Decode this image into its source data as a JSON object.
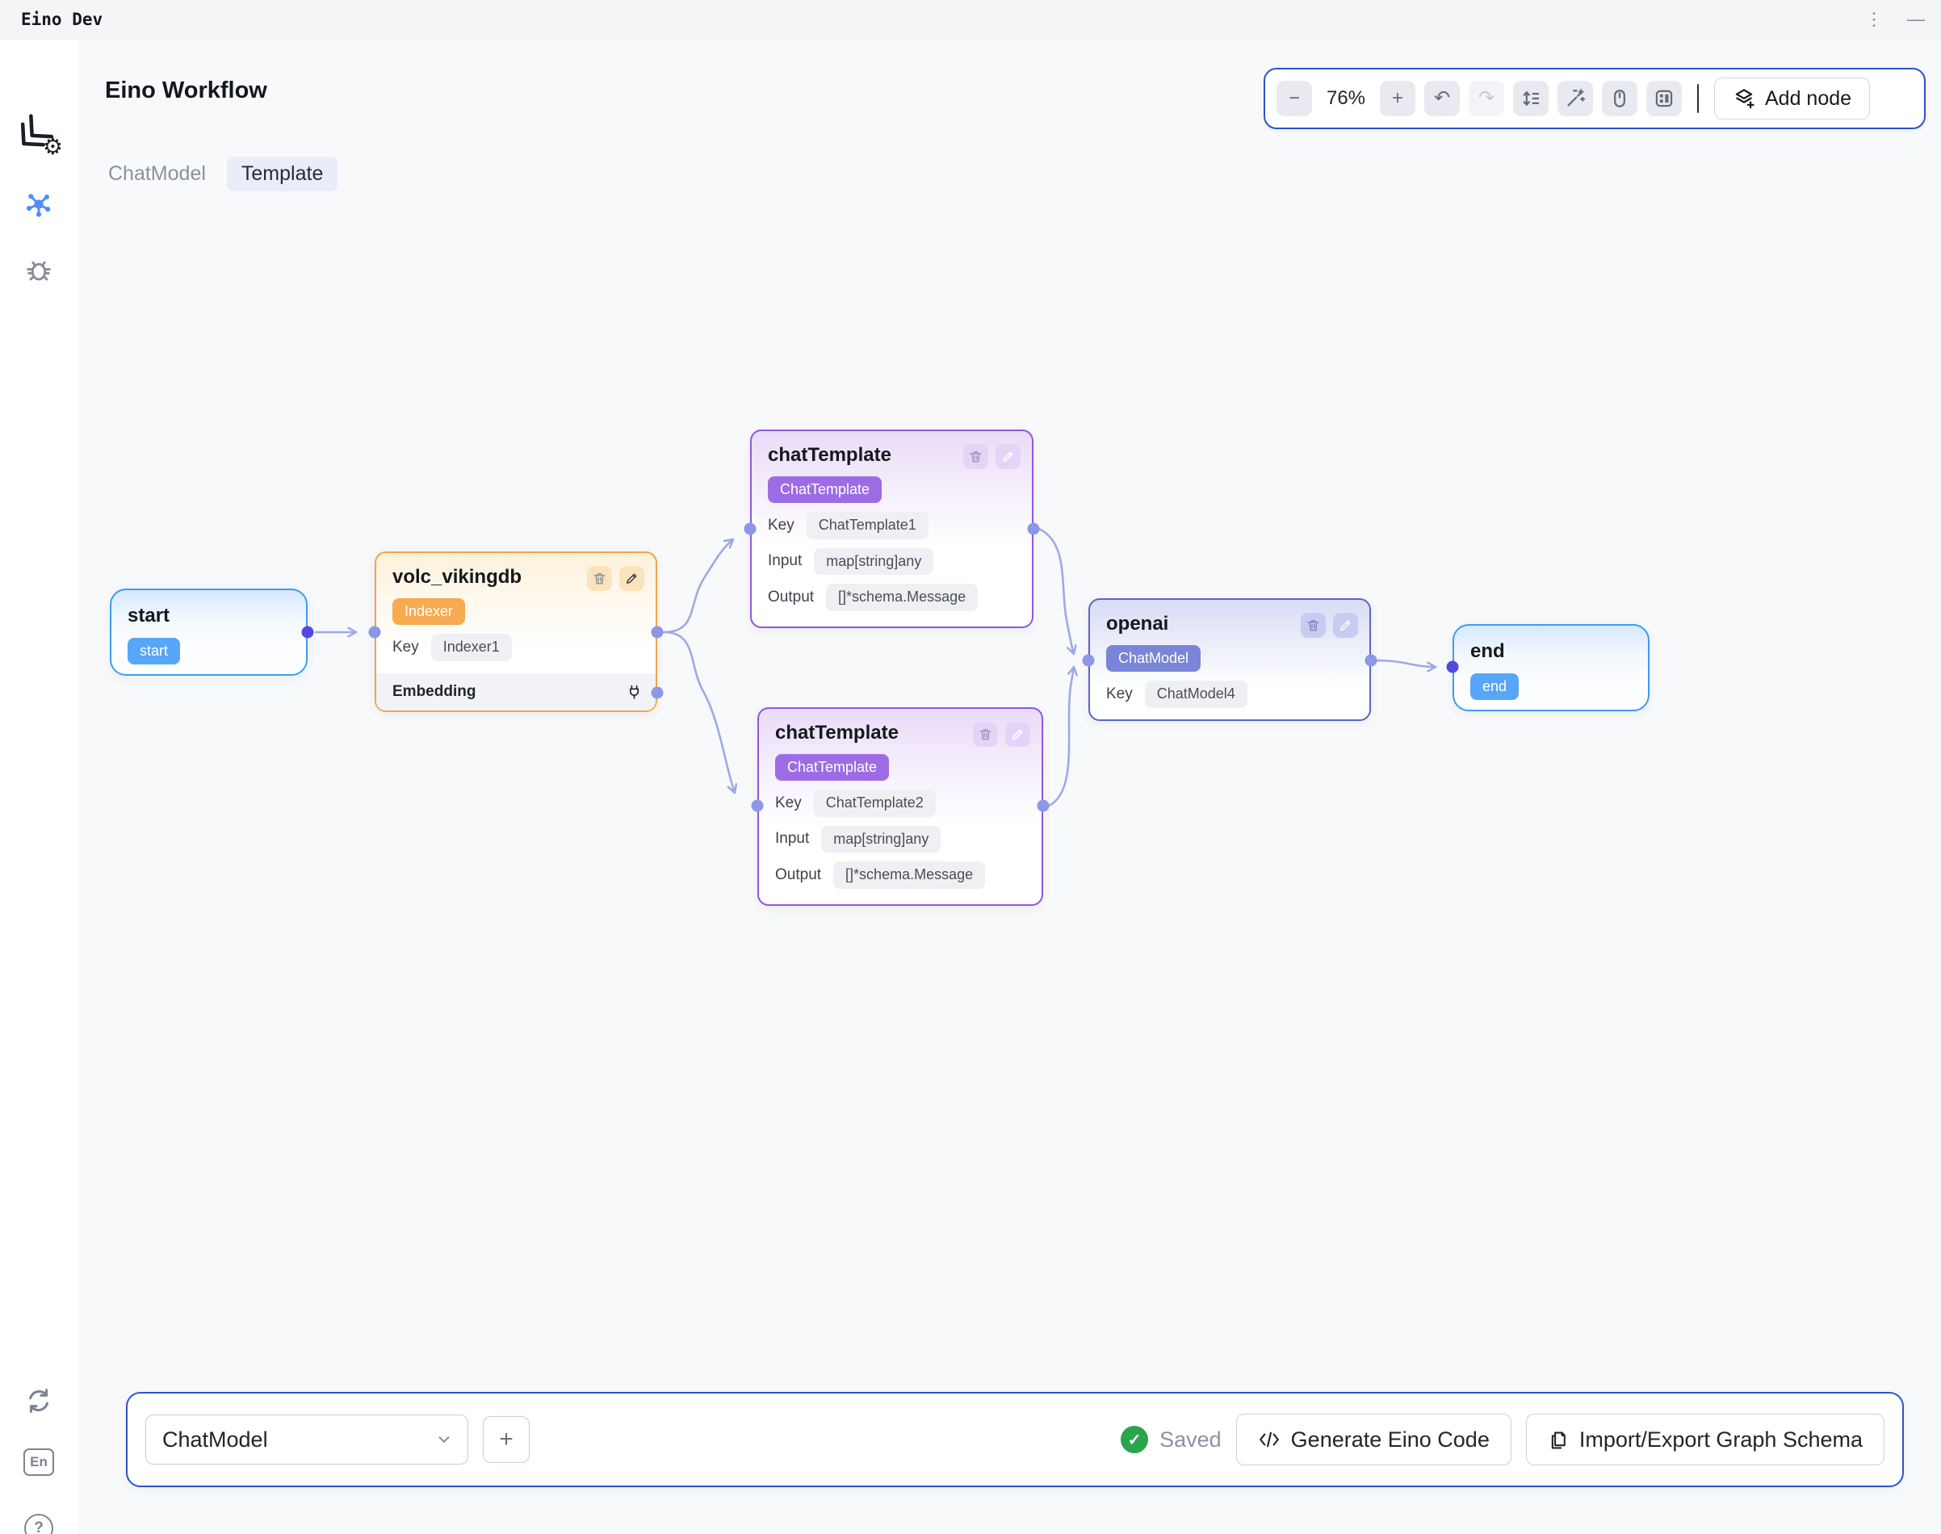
{
  "app": {
    "title": "Eino Dev",
    "logo_gear_glyph": "⚙"
  },
  "window_controls": {
    "kebab_glyph": "⋮",
    "minimize_glyph": "—"
  },
  "header": {
    "title": "Eino Workflow"
  },
  "toolbar": {
    "zoom_out_glyph": "−",
    "zoom_level": "76%",
    "zoom_in_glyph": "+",
    "undo_glyph": "↶",
    "redo_glyph": "↷",
    "add_node_label": "Add node"
  },
  "tabs": {
    "items": [
      {
        "label": "ChatModel"
      },
      {
        "label": "Template"
      }
    ]
  },
  "nodes": {
    "start": {
      "title": "start",
      "badge": "start"
    },
    "volc_vikingdb": {
      "title": "volc_vikingdb",
      "badge": "Indexer",
      "rows": [
        {
          "label": "Key",
          "value": "Indexer1"
        }
      ],
      "section_label": "Embedding"
    },
    "chat_template_1": {
      "title": "chatTemplate",
      "badge": "ChatTemplate",
      "rows": [
        {
          "label": "Key",
          "value": "ChatTemplate1"
        },
        {
          "label": "Input",
          "value": "map[string]any"
        },
        {
          "label": "Output",
          "value": "[]*schema.Message"
        }
      ]
    },
    "chat_template_2": {
      "title": "chatTemplate",
      "badge": "ChatTemplate",
      "rows": [
        {
          "label": "Key",
          "value": "ChatTemplate2"
        },
        {
          "label": "Input",
          "value": "map[string]any"
        },
        {
          "label": "Output",
          "value": "[]*schema.Message"
        }
      ]
    },
    "openai": {
      "title": "openai",
      "badge": "ChatModel",
      "rows": [
        {
          "label": "Key",
          "value": "ChatModel4"
        }
      ]
    },
    "end": {
      "title": "end",
      "badge": "end"
    }
  },
  "footer": {
    "node_select_value": "ChatModel",
    "add_button_glyph": "+",
    "saved_check_glyph": "✓",
    "status": "Saved",
    "generate_button": "Generate Eino Code",
    "import_export_button": "Import/Export Graph Schema"
  },
  "sidebar": {
    "language_label": "En",
    "help_glyph": "?"
  },
  "colors": {
    "accent_blue": "#3c9cf5",
    "accent_orange": "#f6a348",
    "accent_purple": "#9256dc",
    "accent_indigo": "#5c67be",
    "edge": "#9daae8",
    "port": "#8d97e8",
    "endpoint_port": "#5548e0",
    "panel_border_blue": "#2d53c6",
    "saved_green": "#2aa54e"
  }
}
